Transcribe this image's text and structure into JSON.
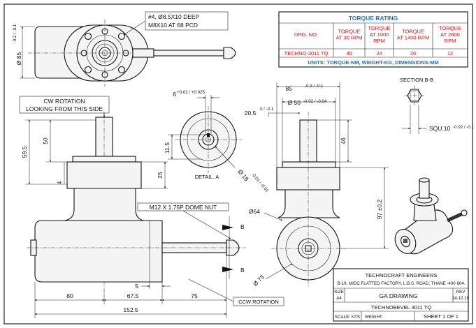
{
  "torque_table": {
    "title": "TORQUE RATING",
    "headers": [
      "DRG. NO.",
      "TORQUE AT 30 RPM",
      "TORQUE AT 1000 RPM",
      "TORQUE AT 1400 RPM",
      "TORQUE AT 2800 RPM"
    ],
    "header_lines": [
      [
        "DRG. NO."
      ],
      [
        "TORQUE",
        "AT 30 RPM"
      ],
      [
        "TORQUE",
        "AT 1000",
        "RPM"
      ],
      [
        "TORQUE",
        "AT 1400 RPM"
      ],
      [
        "TORQUE",
        "AT 2800",
        "RPM"
      ]
    ],
    "row": [
      "TECHNO-3011 TQ",
      "40",
      "24",
      "20",
      "12"
    ],
    "units": "UNITS: TORQUE-NM, WEIGHT-KG, DIMENSIONS-MM",
    "title_color": "#1e74c8",
    "header_color": "#c8141e"
  },
  "notes": {
    "holes_line1": "#4, Ø8.5X10 DEEP",
    "holes_line2": "M8X10 AT 68 PCD",
    "cw_line1": "CW ROTATION",
    "cw_line2": "LOOKING FROM THIS SIDE",
    "dome_nut": "M12 X 1.75P DOME NUT",
    "ccw": "CCW ROTATION",
    "detail": "DETAIL. A",
    "section": "SECTION B-B",
    "section_mark_1": "B",
    "section_mark_2": "B"
  },
  "dims": {
    "d85_top": "Ø 85",
    "d85_tol": "-0.2 / -0.1",
    "d6": "6",
    "d6_tol": "+0.01 / +0.025",
    "d11_5": "11.5",
    "d18": "Ø 18",
    "d18_tol": "-0.01 / -0.02",
    "d59_5": "59.5",
    "d50_left": "50",
    "d4": "4",
    "d25": "25",
    "d5": "5",
    "d80": "80",
    "d67_5": "67.5",
    "d75": "75",
    "d152_5": "152.5",
    "d85_side": "85",
    "d85_side_tol": "-0.2 / -0.1",
    "d50_side": "Ø 50",
    "d50_side_tol": "-0.02 / -0.04",
    "d20_5": "20.5",
    "d20_5_tol": "0 / -0.1",
    "d46": "46",
    "d97": "97 ±0.2",
    "d64": "Ø64",
    "d73": "Ø 73",
    "sq10": "SQU.10",
    "sq10_tol": "-0.02 / -0.1"
  },
  "title_block": {
    "company": "TECHNOCRAFT ENGINEERS",
    "address": "B-19, MIDC FLATTED FACTORY, L.B.S. ROAD, THANE -400 604.",
    "size_label": "SIZE",
    "size": "A4",
    "drawing_title": "GA DRAWING",
    "rev_label": "REV",
    "rev": "24.12.19",
    "part_no": "TECHNOBEVEL 3011 TQ",
    "scale": "SCALE: NTS",
    "weight": "WEIGHT:",
    "sheet": "SHEET 1 OF 1"
  }
}
